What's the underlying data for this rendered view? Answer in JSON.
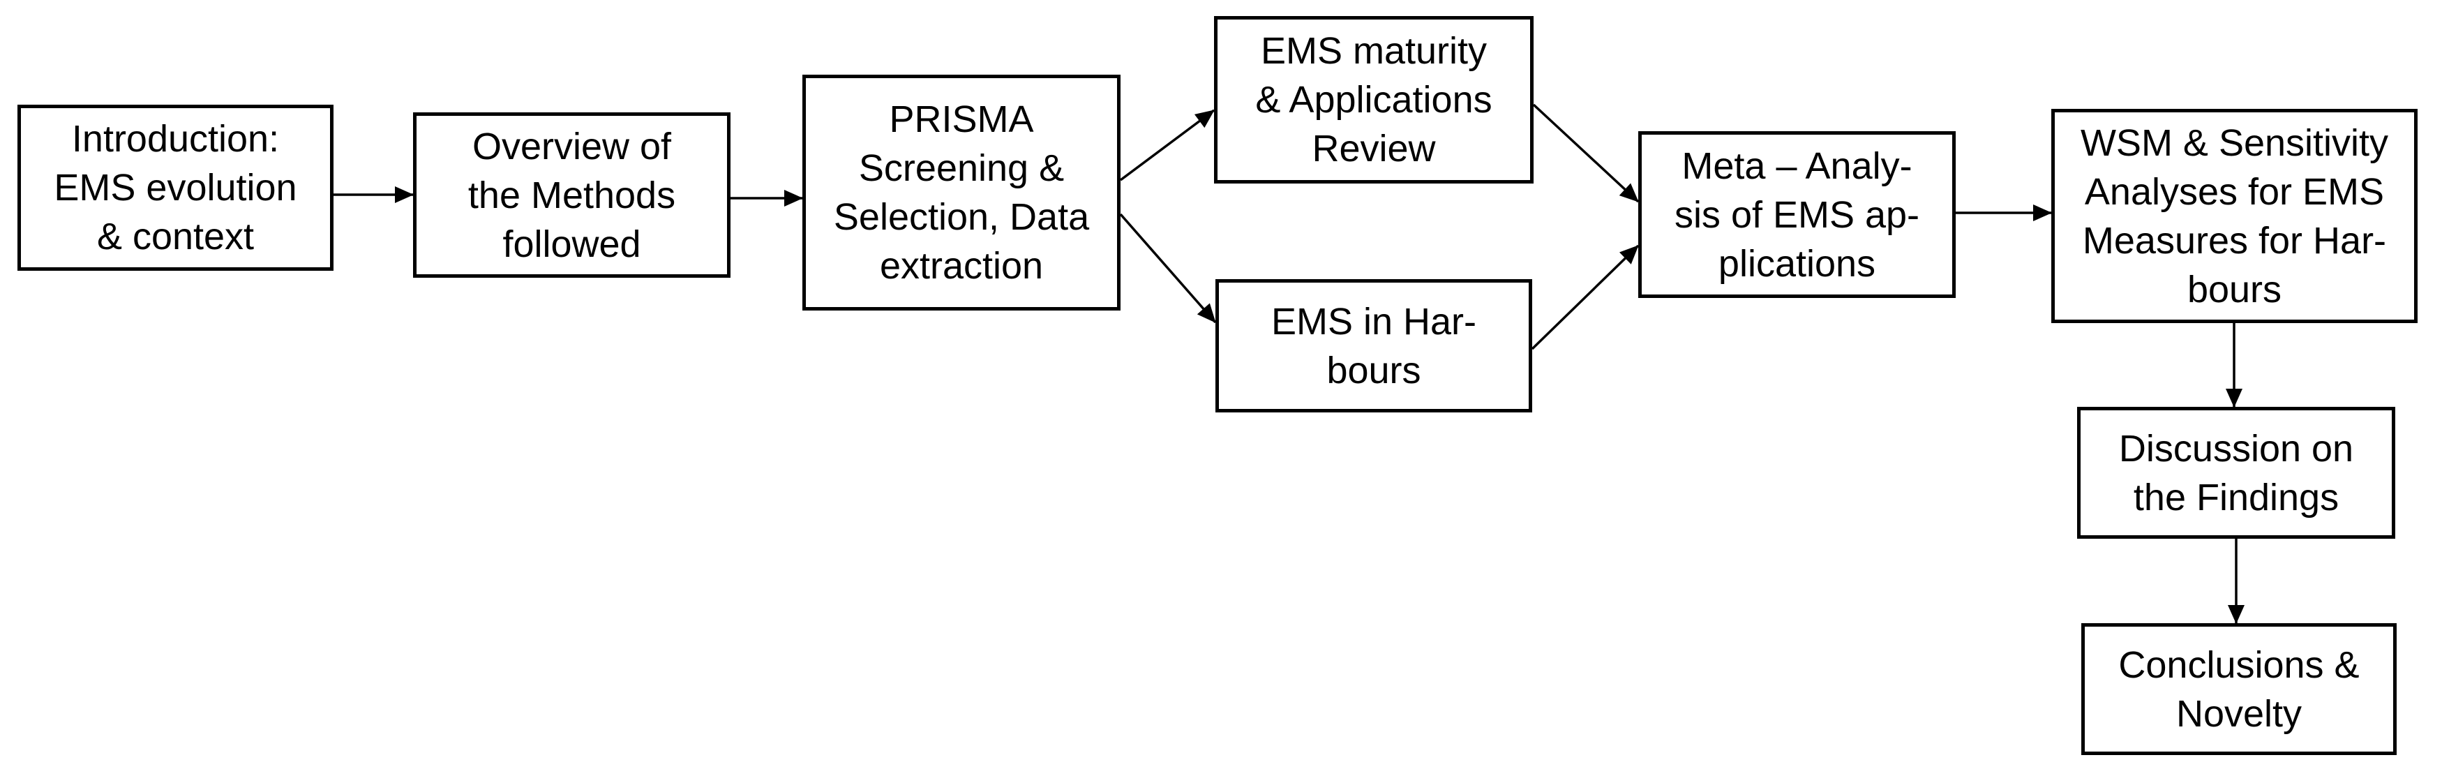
{
  "diagram": {
    "type": "flowchart",
    "colors": {
      "stroke": "#000000",
      "box_fill": "#ffffff",
      "text": "#000000",
      "background": "#ffffff"
    },
    "nodes": [
      {
        "id": "intro",
        "label": "Introduction:\nEMS evolution\n& context"
      },
      {
        "id": "overview",
        "label": "Overview of\nthe Methods\nfollowed"
      },
      {
        "id": "prisma",
        "label": "PRISMA\nScreening &\nSelection, Data\nextraction"
      },
      {
        "id": "maturity",
        "label": "EMS maturity\n& Applications\nReview"
      },
      {
        "id": "harbours",
        "label": "EMS in Har-\nbours"
      },
      {
        "id": "meta",
        "label": "Meta – Analy-\nsis of EMS ap-\nplications"
      },
      {
        "id": "wsm",
        "label": "WSM & Sensitivity\nAnalyses for EMS\nMeasures for Har-\nbours"
      },
      {
        "id": "discussion",
        "label": "Discussion on\nthe Findings"
      },
      {
        "id": "conclusions",
        "label": "Conclusions &\nNovelty"
      }
    ],
    "edges": [
      {
        "from": "intro",
        "to": "overview"
      },
      {
        "from": "overview",
        "to": "prisma"
      },
      {
        "from": "prisma",
        "to": "maturity"
      },
      {
        "from": "prisma",
        "to": "harbours"
      },
      {
        "from": "maturity",
        "to": "meta"
      },
      {
        "from": "harbours",
        "to": "meta"
      },
      {
        "from": "meta",
        "to": "wsm"
      },
      {
        "from": "wsm",
        "to": "discussion"
      },
      {
        "from": "discussion",
        "to": "conclusions"
      }
    ]
  }
}
